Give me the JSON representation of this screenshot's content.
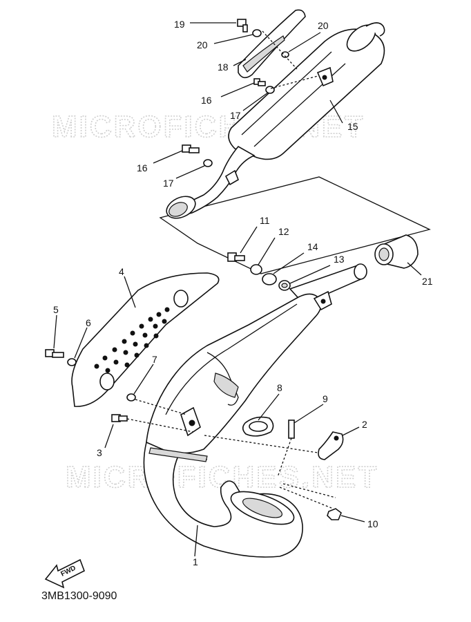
{
  "diagram": {
    "document_code": "3MB1300-9090",
    "watermark": "MICROFICHES.NET",
    "direction_label": "FWD",
    "part_numbers": [
      {
        "id": "p19",
        "text": "19"
      },
      {
        "id": "p20a",
        "text": "20"
      },
      {
        "id": "p20b",
        "text": "20"
      },
      {
        "id": "p18",
        "text": "18"
      },
      {
        "id": "p16a",
        "text": "16"
      },
      {
        "id": "p17a",
        "text": "17"
      },
      {
        "id": "p15",
        "text": "15"
      },
      {
        "id": "p16b",
        "text": "16"
      },
      {
        "id": "p17b",
        "text": "17"
      },
      {
        "id": "p11",
        "text": "11"
      },
      {
        "id": "p12",
        "text": "12"
      },
      {
        "id": "p14",
        "text": "14"
      },
      {
        "id": "p13",
        "text": "13"
      },
      {
        "id": "p21",
        "text": "21"
      },
      {
        "id": "p4",
        "text": "4"
      },
      {
        "id": "p5",
        "text": "5"
      },
      {
        "id": "p6",
        "text": "6"
      },
      {
        "id": "p7",
        "text": "7"
      },
      {
        "id": "p8",
        "text": "8"
      },
      {
        "id": "p9",
        "text": "9"
      },
      {
        "id": "p2",
        "text": "2"
      },
      {
        "id": "p3",
        "text": "3"
      },
      {
        "id": "p10",
        "text": "10"
      },
      {
        "id": "p1",
        "text": "1"
      }
    ]
  }
}
